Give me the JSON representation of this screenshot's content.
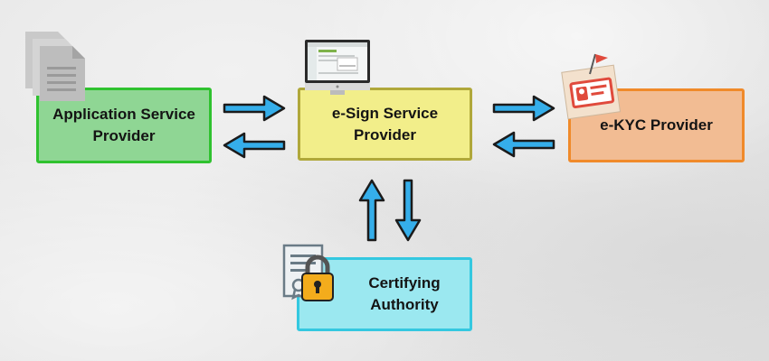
{
  "nodes": {
    "asp": {
      "line1": "Application Service",
      "line2": "Provider",
      "fill": "#8fd694",
      "border": "#2fc22f"
    },
    "esp": {
      "line1": "e-Sign Service",
      "line2": "Provider",
      "fill": "#f2ee8a",
      "border": "#b0a83a"
    },
    "ekyc": {
      "label": "e-KYC Provider",
      "fill": "#f2bc93",
      "border": "#f08a2a"
    },
    "ca": {
      "line1": "Certifying",
      "line2": "Authority",
      "fill": "#9be8f0",
      "border": "#34c8e0"
    }
  },
  "arrows": {
    "fill": "#35aeea",
    "stroke": "#1b1b1b"
  },
  "icons": {
    "asp": "document-stack-icon",
    "esp": "desktop-monitor-icon",
    "ekyc": "id-card-icon",
    "ca": "certificate-lock-icon"
  }
}
